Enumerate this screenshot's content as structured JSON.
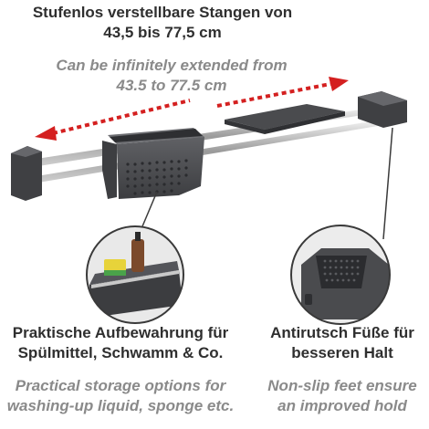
{
  "heading": {
    "de_line1": "Stufenlos verstellbare Stangen von",
    "de_line2": "43,5 bis 77,5 cm",
    "en_line1": "Can be infinitely extended from",
    "en_line2": "43.5 to 77.5 cm"
  },
  "feature_storage": {
    "de_line1": "Praktische Aufbewahrung für",
    "de_line2": "Spülmittel, Schwamm & Co.",
    "en_line1": "Practical storage options for",
    "en_line2": "washing-up liquid, sponge etc."
  },
  "feature_feet": {
    "de_line1": "Antirutsch Füße für",
    "de_line2": "besseren Halt",
    "en_line1": "Non-slip feet ensure",
    "en_line2": "an improved hold"
  },
  "colors": {
    "dark_text": "#2f2f2f",
    "italic_text": "#8a8a8a",
    "arrow_red": "#d42020",
    "product_gray": "#4a4b4e"
  }
}
